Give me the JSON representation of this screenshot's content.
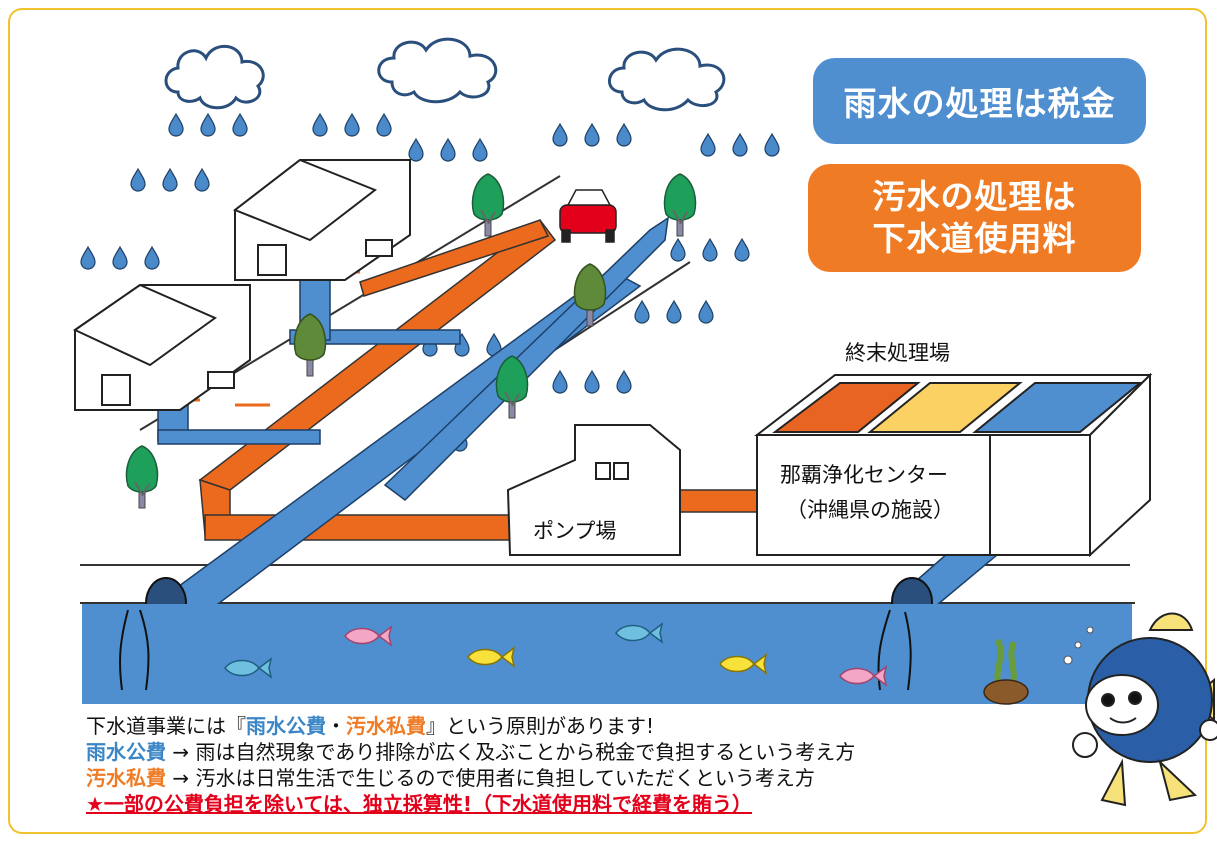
{
  "badges": {
    "rain": "雨水の処理は税金",
    "sewage_line1": "汚水の処理は",
    "sewage_line2": "下水道使用料"
  },
  "labels": {
    "treatment_plant": "終末処理場",
    "center_name": "那覇浄化センター",
    "center_owner": "（沖縄県の施設）",
    "pump_station": "ポンプ場"
  },
  "info": {
    "line1_prefix": "下水道事業には『",
    "line1_rain": "雨水公費",
    "line1_dot": "・",
    "line1_sewage": "汚水私費",
    "line1_suffix": "』という原則があります!",
    "line2_term": "雨水公費",
    "line2_text": " → 雨は自然現象であり排除が広く及ぶことから税金で負担するという考え方",
    "line3_term": "汚水私費",
    "line3_text": " → 汚水は日常生活で生じるので使用者に負担していただくという考え方",
    "line4": "★一部の公費負担を除いては、独立採算性!（下水道使用料で経費を賄う）"
  },
  "colors": {
    "rain_pipe": "#4f8fd0",
    "sewage_pipe": "#ef7b25",
    "river": "#4f8fd0",
    "highlight_red": "#e3001b",
    "frame": "#f2c12e"
  }
}
